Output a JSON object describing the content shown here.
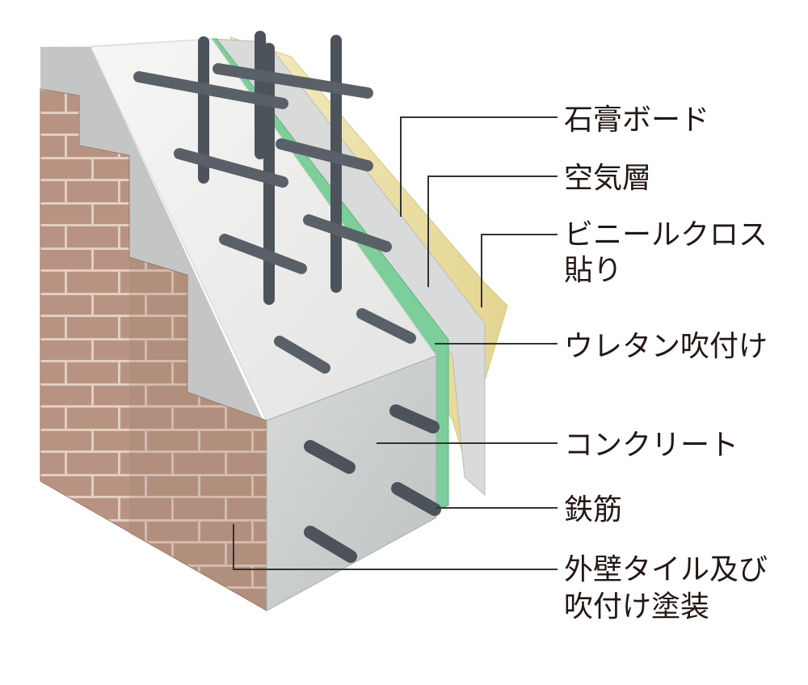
{
  "labels": {
    "gypsum_board": "石膏ボード",
    "air_layer": "空気層",
    "vinyl_cloth_line1": "ビニールクロス",
    "vinyl_cloth_line2": "貼り",
    "urethan_spray": "ウレタン吹付け",
    "concrete": "コンクリート",
    "rebar": "鉄筋",
    "exterior_line1": "外壁タイル及び",
    "exterior_line2": "吹付け塗装"
  },
  "colors": {
    "tile": "#b99382",
    "tile_joint": "#e2cfc2",
    "tile_shade": "#a07e6e",
    "concrete_top": "#eeeeec",
    "concrete_front": "#cfd1d1",
    "concrete_side": "#c5c7c7",
    "urethane": "#7ccf9a",
    "gypsum": "#d9dbdb",
    "vinyl": "#ede3a6",
    "rebar": "#5a6068"
  }
}
